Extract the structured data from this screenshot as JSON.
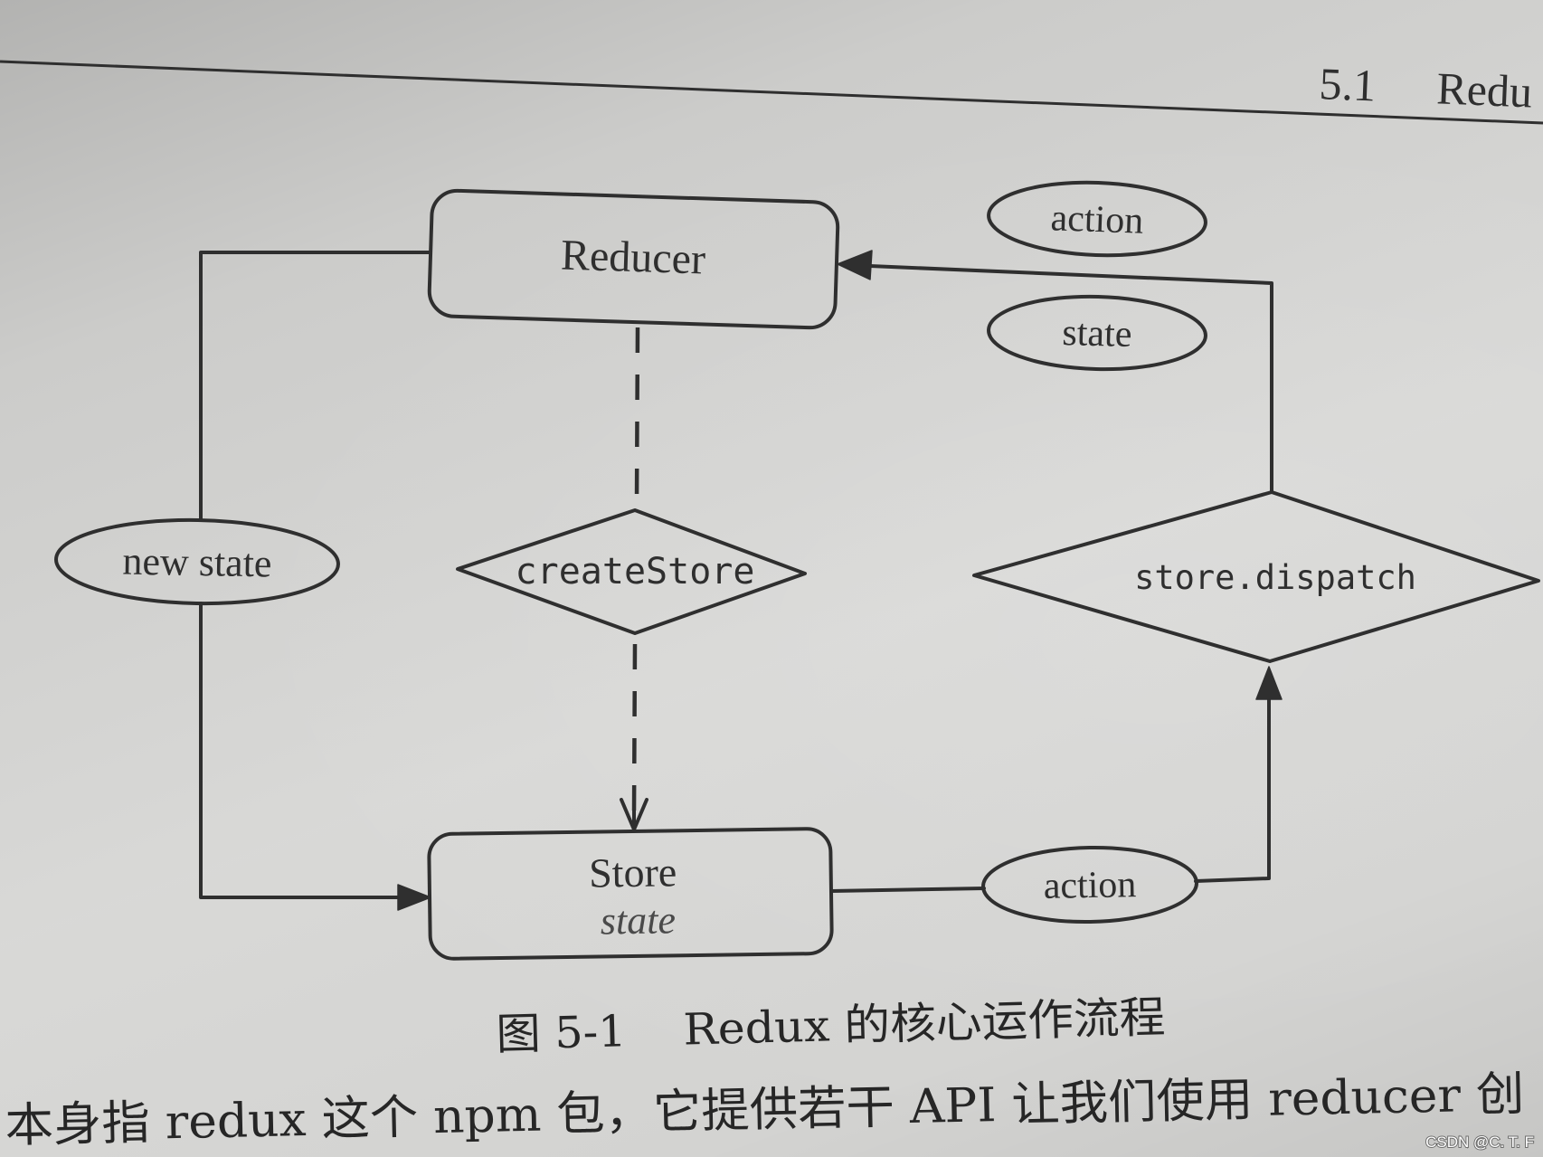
{
  "header": {
    "section_number": "5.1",
    "section_title": "Redu"
  },
  "diagram": {
    "nodes": {
      "reducer": "Reducer",
      "store": "Store",
      "store_state": "state",
      "create_store": "createStore",
      "store_dispatch": "store.dispatch"
    },
    "labels": {
      "action_top": "action",
      "state_top": "state",
      "new_state": "new state",
      "action_bottom": "action"
    }
  },
  "caption": {
    "figure_number": "图 5-1",
    "title": "Redux 的核心运作流程"
  },
  "body_text": "本身指 redux 这个 npm 包，它提供若干 API 让我们使用 reducer 创",
  "watermark": "CSDN @C. T. F",
  "colors": {
    "ink": "#2f2f2f",
    "paper": "#d7d7d5"
  }
}
